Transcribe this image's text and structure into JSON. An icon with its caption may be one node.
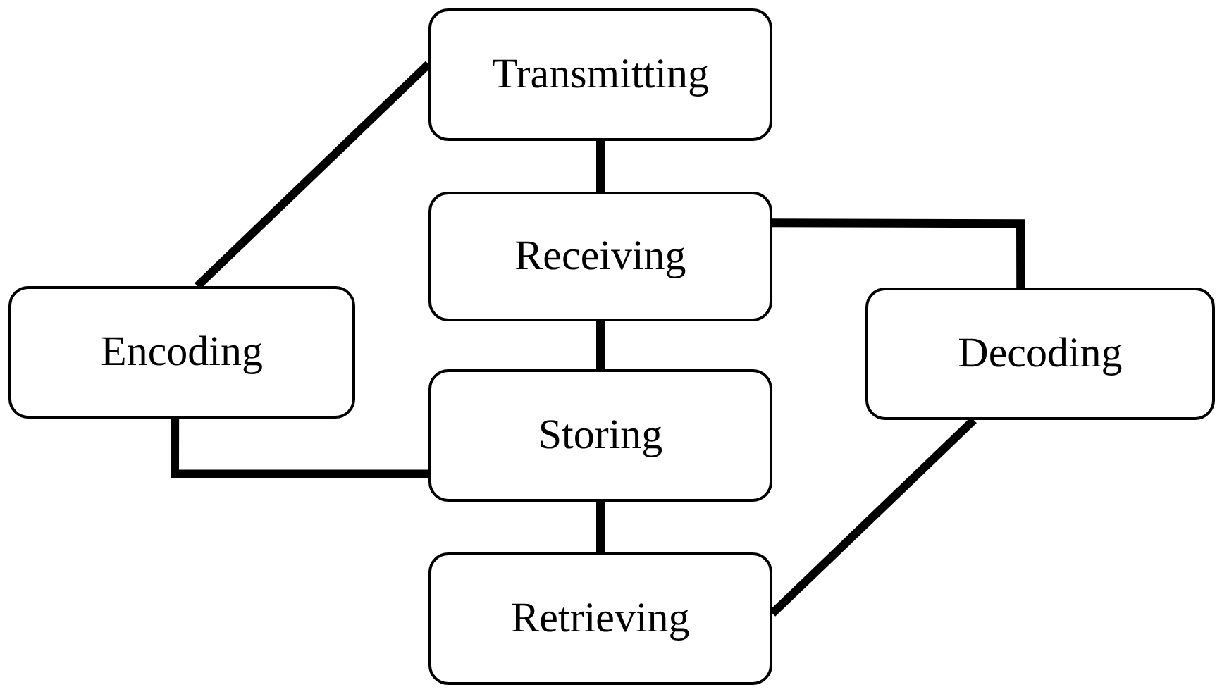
{
  "diagram": {
    "nodes": [
      {
        "text": [
          "Transmitting"
        ]
      },
      {
        "text": [
          "Receiving"
        ]
      },
      {
        "text": [
          "Encoding"
        ]
      },
      {
        "text": [
          "Decoding"
        ]
      },
      {
        "text": [
          "Storing"
        ]
      },
      {
        "text": [
          "Retrieving"
        ]
      }
    ],
    "edges": [
      {
        "from": 2,
        "to": 0,
        "arrow": "none"
      },
      {
        "from": 0,
        "to": 1,
        "arrow": "none"
      },
      {
        "from": 1,
        "to": 3,
        "arrow": "none"
      },
      {
        "from": 1,
        "to": 4,
        "arrow": "none"
      },
      {
        "from": 2,
        "to": 4,
        "arrow": "none"
      },
      {
        "from": 4,
        "to": 5,
        "arrow": "none"
      },
      {
        "from": 5,
        "to": 3,
        "arrow": "none"
      }
    ]
  }
}
